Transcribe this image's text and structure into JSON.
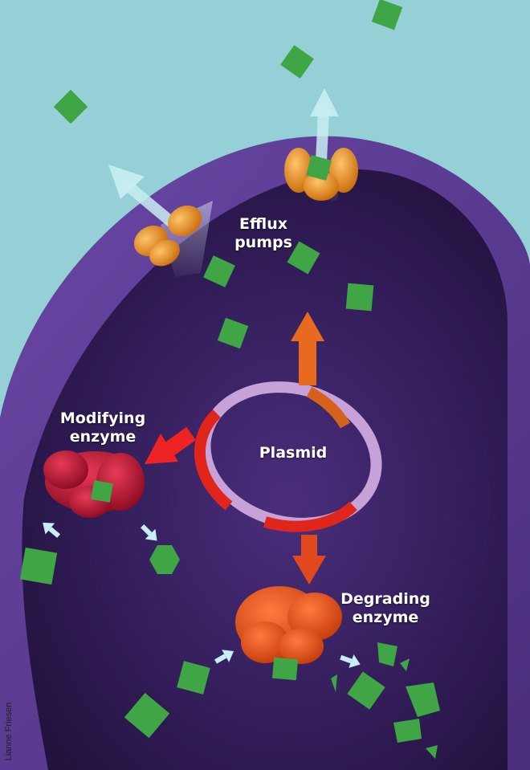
{
  "labels": {
    "efflux": [
      "Efflux",
      "pumps"
    ],
    "modifying": [
      "Modifying",
      "enzyme"
    ],
    "plasmid": "Plasmid",
    "degrading": [
      "Degrading",
      "enzyme"
    ]
  },
  "credit": "Lianne Friesen",
  "colors": {
    "background": "#95d0d6",
    "cell_outer": "#5b3a8e",
    "cell_inner": "#2a1745",
    "antibiotic_cube": "#3fa545",
    "efflux_pump": "#f09a20",
    "modifying_enzyme": "#b01030",
    "degrading_enzyme": "#ef5018",
    "plasmid_light": "#c7a2d8",
    "plasmid_red": "#e0261a",
    "plasmid_orange": "#d4621a",
    "arrow_light": "#c7eef2",
    "arrow_red": "#ee2424",
    "arrow_orange": "#e86a1e",
    "label_text": "#ffffff"
  }
}
